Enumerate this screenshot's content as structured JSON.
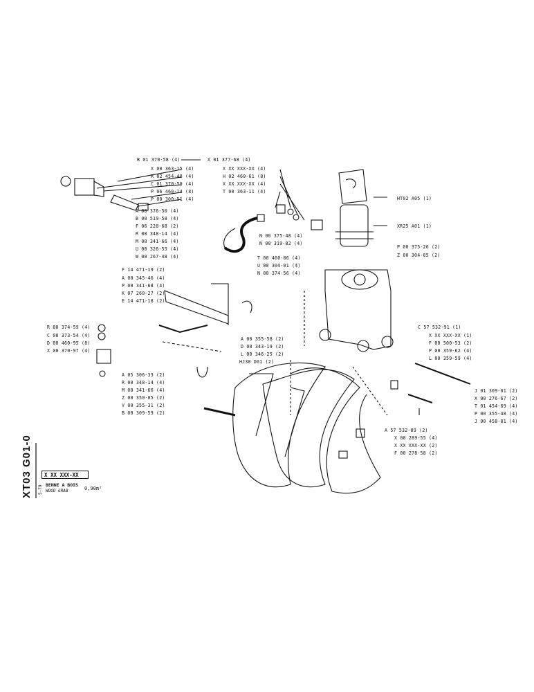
{
  "title_block": {
    "drawing_code": "XT03 G01-0",
    "sub_code": "5-79",
    "reference": "X XX XXX-XX",
    "title_fr": "BENNE A BOIS",
    "title_en": "WOOD GRAB",
    "capacity": "0,90m²"
  },
  "labels_upper_left": [
    "B 01 370-58 (4)",
    "X 00 363-15 (4)",
    "R 02 454-48 (4)",
    "C 01 370-59 (4)",
    "P 06 460-14 (8)",
    "P 00 300-51 (4)"
  ],
  "label_top_center": "X 01 377-68 (4)",
  "labels_hose_top": [
    "X XX XXX-XX (4)",
    "H 02 460-61 (8)",
    "X XX XXX-XX (4)",
    "T 00 363-11 (4)"
  ],
  "labels_rotator": [
    "HT02 A05 (1)",
    "XR25 A01 (1)"
  ],
  "labels_mid_left": [
    "A 00 376-50 (4)",
    "B 00 519-58 (4)",
    "F 06 228-68 (2)",
    "R 00 348-14 (4)",
    "M 00 341-66 (4)",
    "U 00 326-55 (4)",
    "W 00 267-48 (4)"
  ],
  "labels_hose_mid": [
    "N 00 375-48 (4)",
    "N 00 319-82 (4)"
  ],
  "labels_right_top": [
    "P 00 375-26 (2)",
    "Z 00 304-05 (2)"
  ],
  "labels_center": [
    "T 00 460-86 (4)",
    "U 00 304-01 (4)",
    "N 00 374-56 (4)"
  ],
  "labels_valve_block": [
    "F 14 471-19 (2)",
    "A 00 345-46 (4)",
    "P 00 341-68 (4)",
    "K 07 260-27 (2)",
    "E 14 471-18 (2)"
  ],
  "labels_left_fittings": [
    "R 00 374-59 (4)",
    "C 00 373-54 (4)",
    "D 00 460-95 (8)",
    "X 00 370-97 (4)"
  ],
  "labels_center_low": [
    "A 00 355-58 (2)",
    "D 00 343-19 (2)",
    "L 00 346-25 (2)"
  ],
  "label_hj30": "HJ30 D01 (2)",
  "labels_right_mid": [
    "C 57 532-91 (1)",
    "X XX XXX-XX (1)",
    "F 00 500-53 (2)",
    "P 00 359-62 (4)",
    "L 00 359-59 (4)"
  ],
  "labels_right_low": [
    "J 01 309-01 (2)",
    "X 00 276-67 (2)",
    "T 01 454-69 (4)",
    "P 00 355-48 (4)",
    "J 00 458-01 (4)"
  ],
  "labels_lower_left": [
    "A 05 306-33 (2)",
    "R 00 348-14 (4)",
    "M 00 341-66 (4)",
    "Z 00 350-05 (2)",
    "V 00 355-31 (2)",
    "B 00 309-59 (2)"
  ],
  "labels_lower_right": [
    "A 57 532-89 (2)",
    "X 00 289-55 (4)",
    "X XX XXX-XX (2)",
    "F 00 278-58 (2)"
  ]
}
